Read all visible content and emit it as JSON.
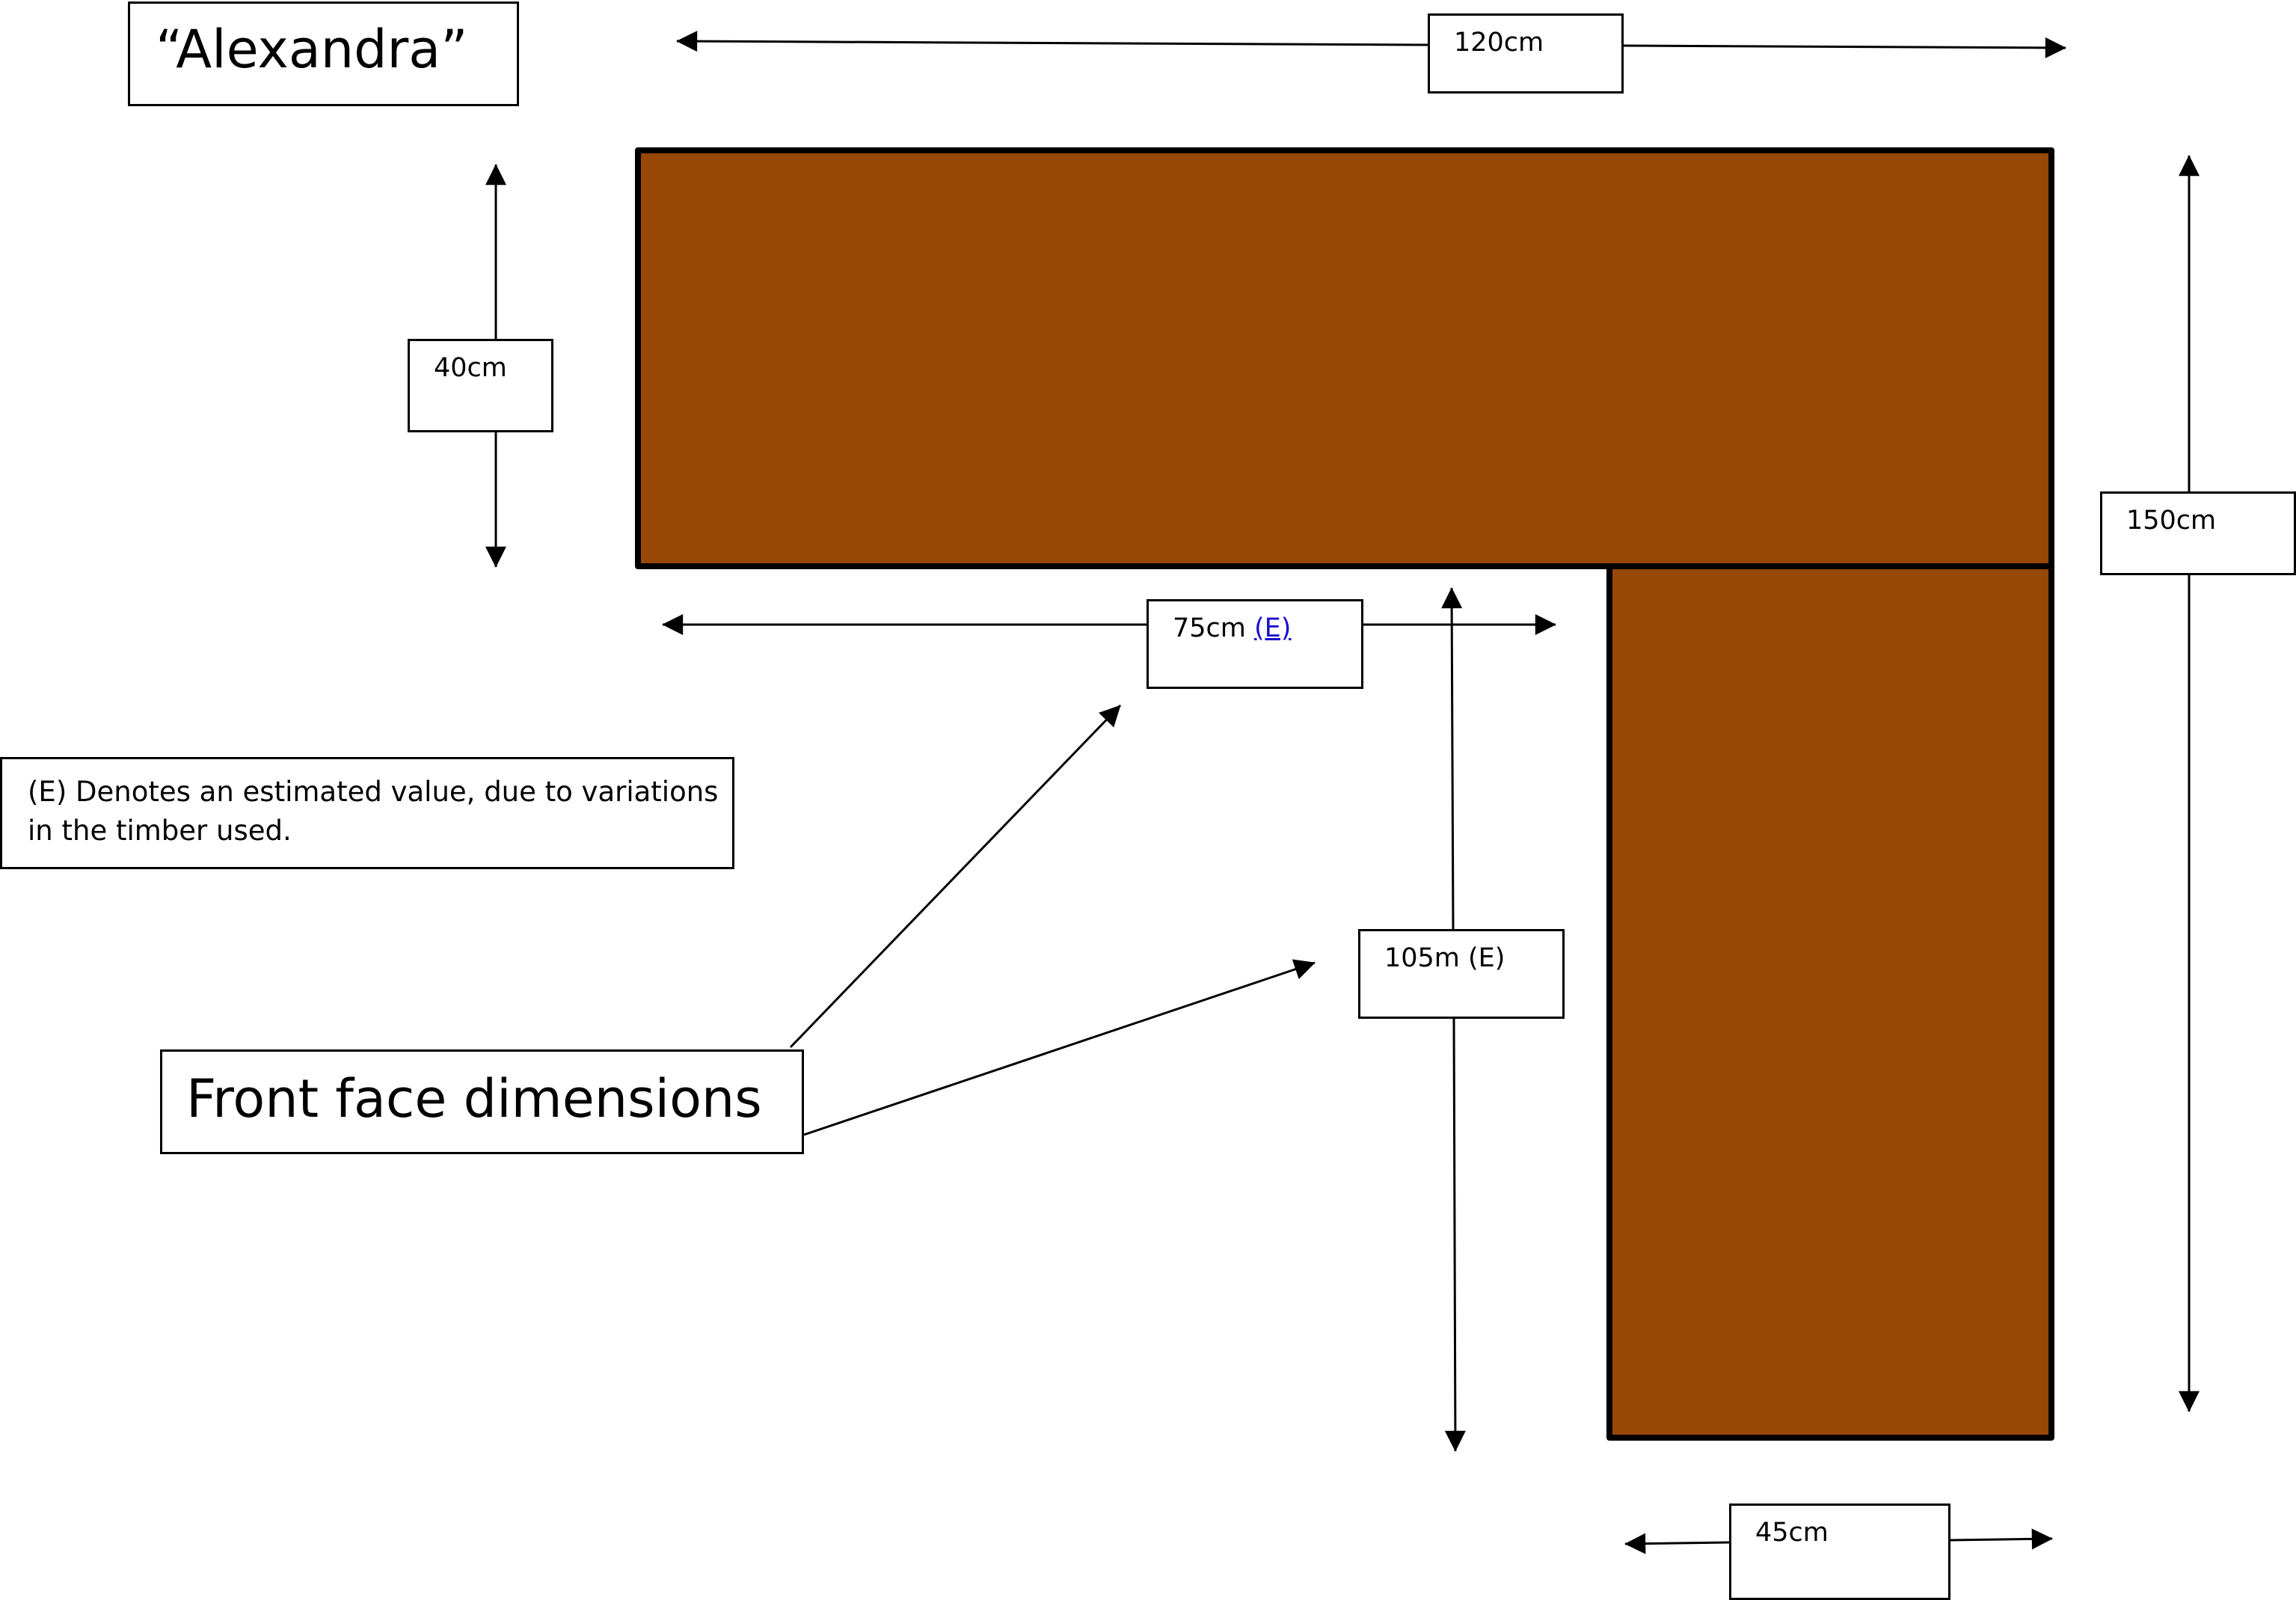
{
  "title": "“Alexandra”",
  "colors": {
    "wood": "#974806",
    "outline": "#000000",
    "link": "#1a0dcc"
  },
  "dimensions": {
    "top_width": {
      "value": "120cm"
    },
    "top_height": {
      "value": "40cm"
    },
    "total_height": {
      "value": "150cm"
    },
    "inner_width": {
      "value": "75cm",
      "estimate_marker": "(E)"
    },
    "inner_height": {
      "value": "105m (E)"
    },
    "leg_width": {
      "value": "45cm"
    }
  },
  "note": "(E) Denotes an estimated value, due to variations in the timber used.",
  "callout": "Front face dimensions"
}
